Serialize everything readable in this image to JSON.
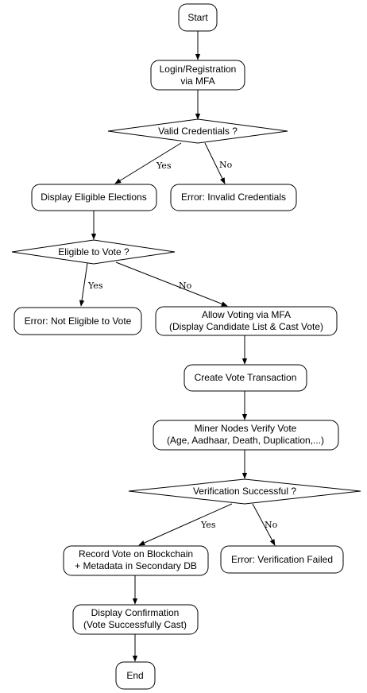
{
  "nodes": {
    "start": "Start",
    "login": [
      "Login/Registration",
      "via MFA"
    ],
    "valid_credentials": "Valid Credentials ?",
    "display_elections": "Display Eligible Elections",
    "error_invalid": "Error: Invalid Credentials",
    "eligible": "Eligible to Vote ?",
    "error_not_eligible": "Error: Not Eligible to Vote",
    "allow_voting": [
      "Allow Voting via MFA",
      "(Display Candidate List & Cast Vote)"
    ],
    "create_tx": "Create Vote Transaction",
    "miner_verify": [
      "Miner Nodes Verify Vote",
      "(Age, Aadhaar, Death, Duplication,...)"
    ],
    "verification": "Verification Successful ?",
    "record_vote": [
      "Record Vote on Blockchain",
      "+ Metadata in Secondary DB"
    ],
    "verification_failed": "Error: Verification Failed",
    "confirmation": [
      "Display Confirmation",
      "(Vote Successfully Cast)"
    ],
    "end": "End"
  },
  "edge_labels": {
    "vc_yes": "Yes",
    "vc_no": "No",
    "el_yes": "Yes",
    "el_no": "No",
    "vs_yes": "Yes",
    "vs_no": "No"
  }
}
